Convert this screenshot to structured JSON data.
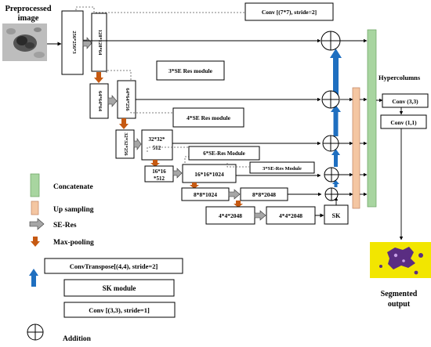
{
  "input": {
    "label_line1": "Preprocessed",
    "label_line2": "image"
  },
  "blocks": {
    "b256": "256*256*3",
    "b128": "128*128*64",
    "b64a": "64*64*64",
    "b64b": "64*64*256",
    "b32a": "32*32*256",
    "b32b_l1": "32*32*",
    "b32b_l2": "512",
    "b16a_l1": "16*16",
    "b16a_l2": "*512",
    "b16b": "16*16*1024",
    "b8a": "8*8*1024",
    "b8b": "8*8*2048",
    "b4a": "4*4*2048",
    "b4b": "4*4*2048",
    "sk": "SK"
  },
  "annotations": {
    "conv7": "Conv [(7*7), stride=2]",
    "se3": "3*SE Res module",
    "se4": "4*SE Res module",
    "se6": "6*SE-Res Module",
    "se3b": "3*SE-Res Module"
  },
  "right": {
    "hypercolumns": "Hypercolumns",
    "conv33": "Conv (3,3)",
    "conv11": "Conv (1,1)",
    "output_line1": "Segmented",
    "output_line2": "output"
  },
  "legend": {
    "concatenate": "Concatenate",
    "upsampling": "Up sampling",
    "seres": "SE-Res",
    "maxpool": "Max-pooling",
    "convtranspose": "ConvTranspose[(4,4), stride=2]",
    "skmodule": "SK module",
    "conv33s1": "Conv [(3,3), stride=1]",
    "addition": "Addition"
  },
  "colors": {
    "concat_green": "#a8d5a0",
    "upsample_orange": "#f4c6a2",
    "seres_gray": "#a6a6a6",
    "maxpool_orange": "#c65911",
    "convtranspose_blue": "#1f6fc0",
    "output_yellow": "#f2e600",
    "output_purple": "#5a2d82"
  }
}
